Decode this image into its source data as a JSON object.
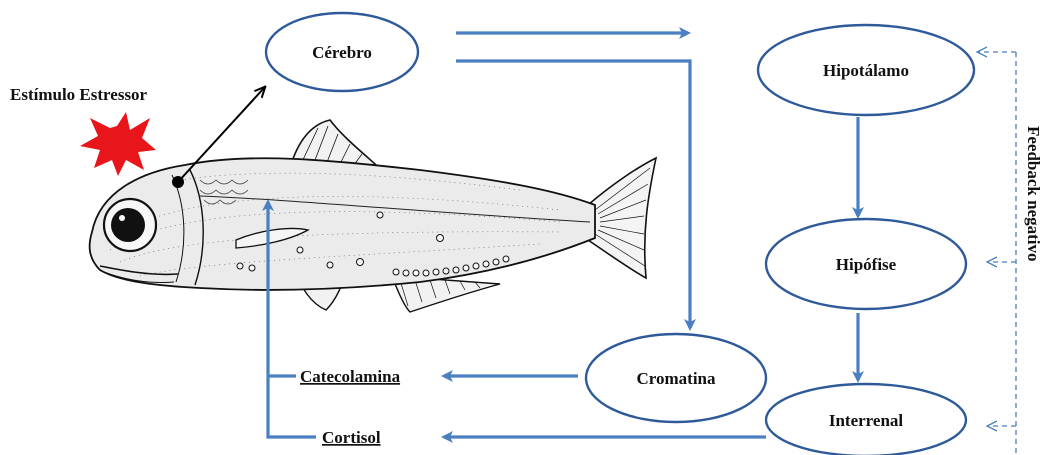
{
  "nodes": {
    "cerebro": "Cérebro",
    "hipotalamo": "Hipotálamo",
    "hipofise": "Hipófise",
    "cromatina": "Cromatina",
    "interrenal": "Interrenal"
  },
  "labels": {
    "estimulo": "Estímulo Estressor",
    "catecolamina": "Catecolamina",
    "cortisol": "Cortisol",
    "feedback": "Feedback negativo"
  },
  "colors": {
    "arrow": "#4a7fc1",
    "ellipse_stroke": "#2e5a9a",
    "starburst": "#e8151b",
    "feedback_line": "#4a7fc1"
  },
  "icons": {
    "stressor": "red-starburst-icon",
    "fish": "fish-illustration"
  }
}
